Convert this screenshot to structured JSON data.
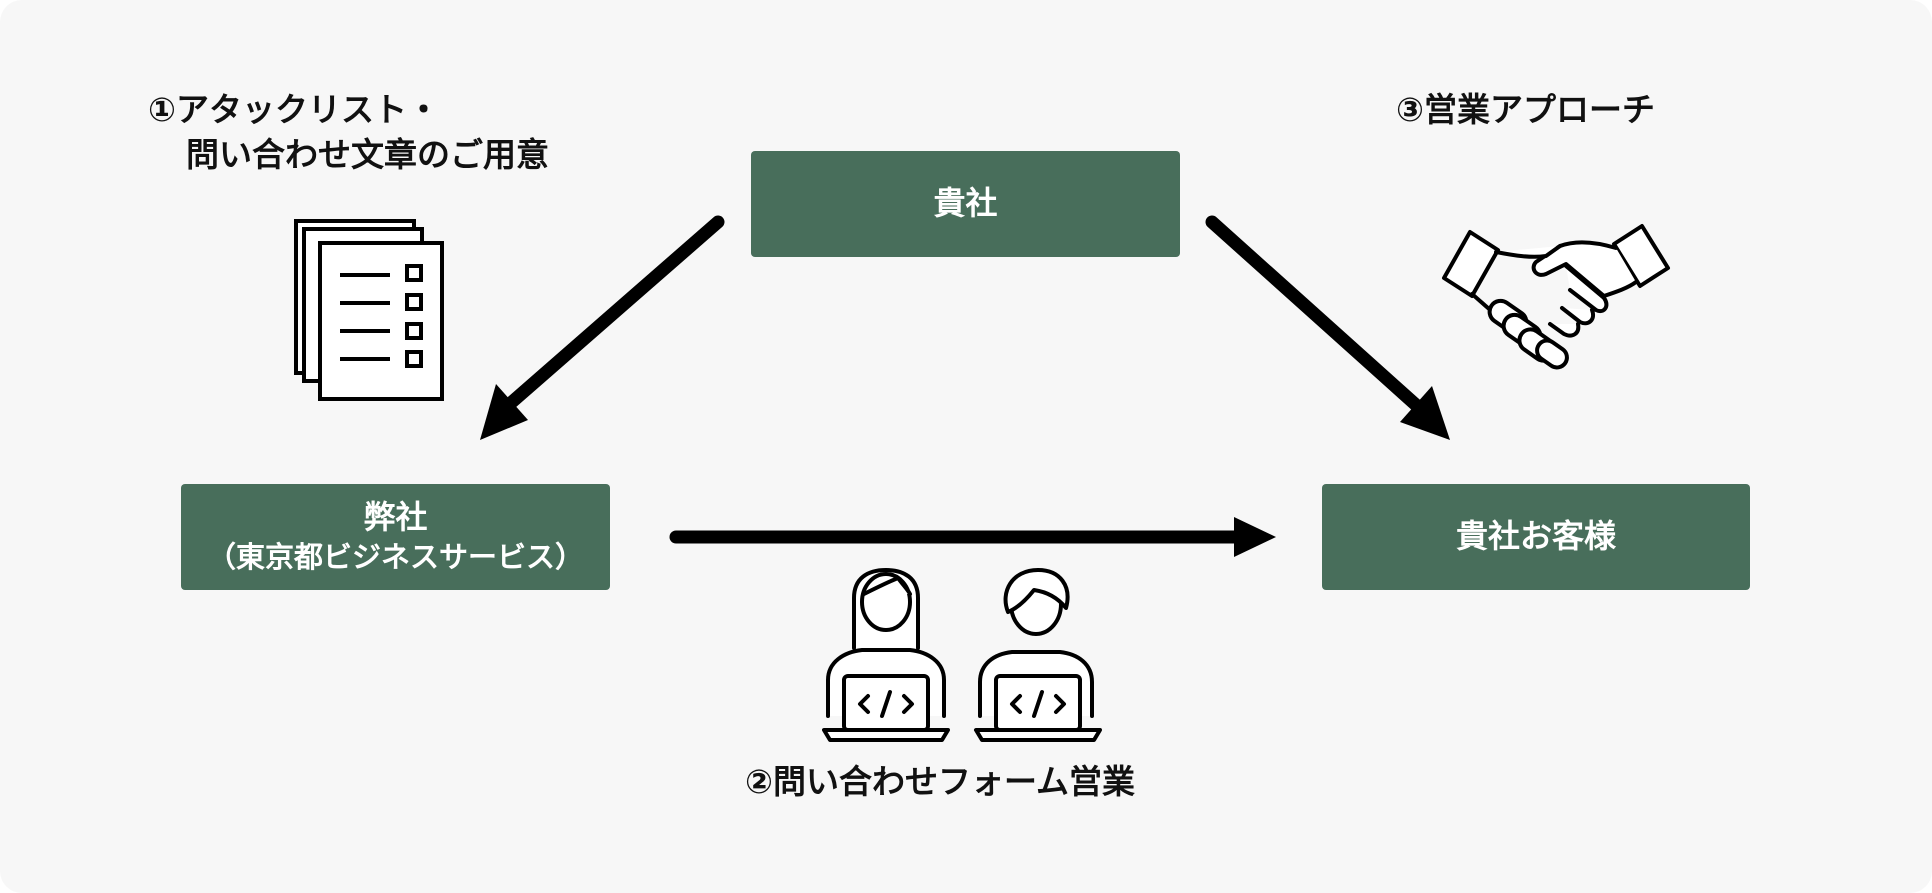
{
  "nodes": {
    "client_company": "貴社",
    "our_company": "弊社",
    "our_company_sub": "（東京都ビジネスサービス）",
    "client_customers": "貴社お客様"
  },
  "steps": {
    "step1_line1": "①アタックリスト・",
    "step1_line2": "問い合わせ文章のご用意",
    "step2": "②問い合わせフォーム営業",
    "step3": "③営業アプローチ"
  },
  "icons": {
    "step1": "document-checklist-icon",
    "step2": "people-coding-laptop-icon",
    "step3": "handshake-icon"
  },
  "colors": {
    "box_fill": "#486e5b",
    "box_text": "#ffffff",
    "background": "#f7f7f7",
    "arrow": "#000000"
  }
}
